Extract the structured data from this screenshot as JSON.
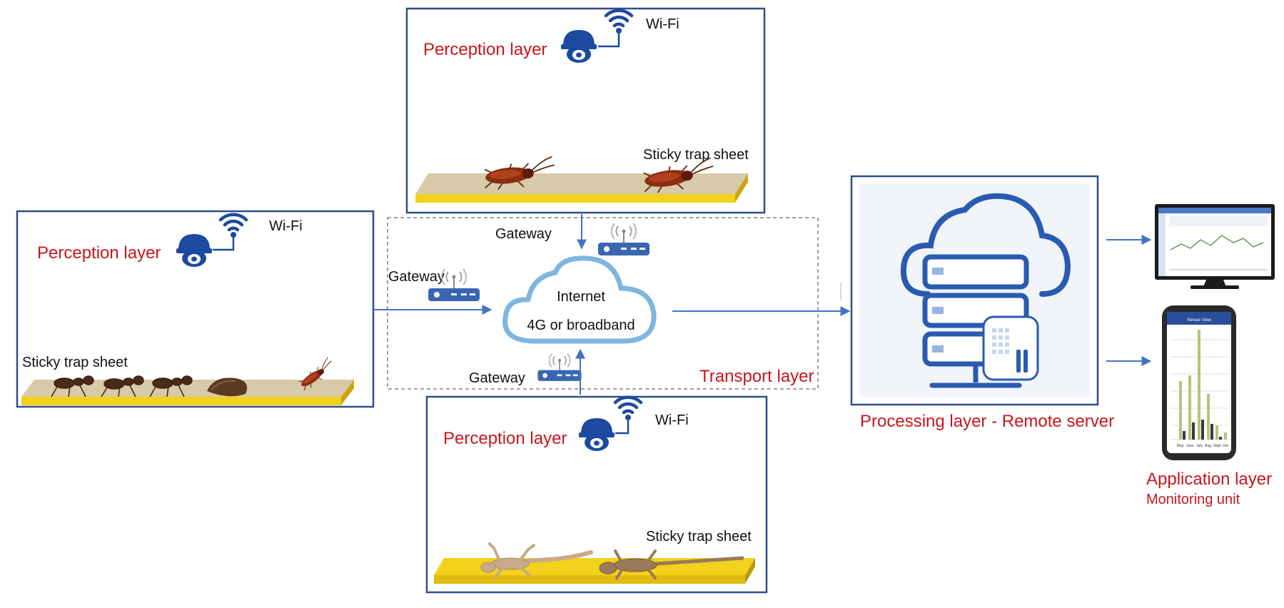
{
  "colors": {
    "layer_red": "#c8161d",
    "frame_blue": "#2f4f8a",
    "icon_blue": "#1c4aa0",
    "arrow_blue": "#4472c4",
    "cloud_outline": "#7fb6e0",
    "trap_yellow": "#f2d21a",
    "trap_base": "#d8c9a8"
  },
  "perception_top": {
    "title": "Perception layer",
    "wifi": "Wi-Fi",
    "trap": "Sticky trap sheet"
  },
  "perception_left": {
    "title": "Perception layer",
    "wifi": "Wi-Fi",
    "trap": "Sticky trap sheet"
  },
  "perception_bottom": {
    "title": "Perception layer",
    "wifi": "Wi-Fi",
    "trap": "Sticky trap sheet"
  },
  "transport": {
    "title": "Transport layer",
    "gateway_top": "Gateway",
    "gateway_left": "Gateway",
    "gateway_bottom": "Gateway",
    "cloud_line1": "Internet",
    "cloud_line2": "4G or broadband"
  },
  "processing": {
    "title": "Processing layer - Remote server"
  },
  "application": {
    "title": "Application layer",
    "subtitle": "Monitoring unit",
    "phone_header": "Sensor View",
    "phone_months": [
      "May",
      "June",
      "July",
      "Aug.",
      "Sept.",
      "Oct."
    ]
  },
  "icons": [
    "camera-icon",
    "wifi-icon",
    "router-icon",
    "cloud-icon",
    "server-icon",
    "monitor-icon",
    "smartphone-icon",
    "cockroach-icon",
    "ant-icon",
    "gecko-icon"
  ]
}
